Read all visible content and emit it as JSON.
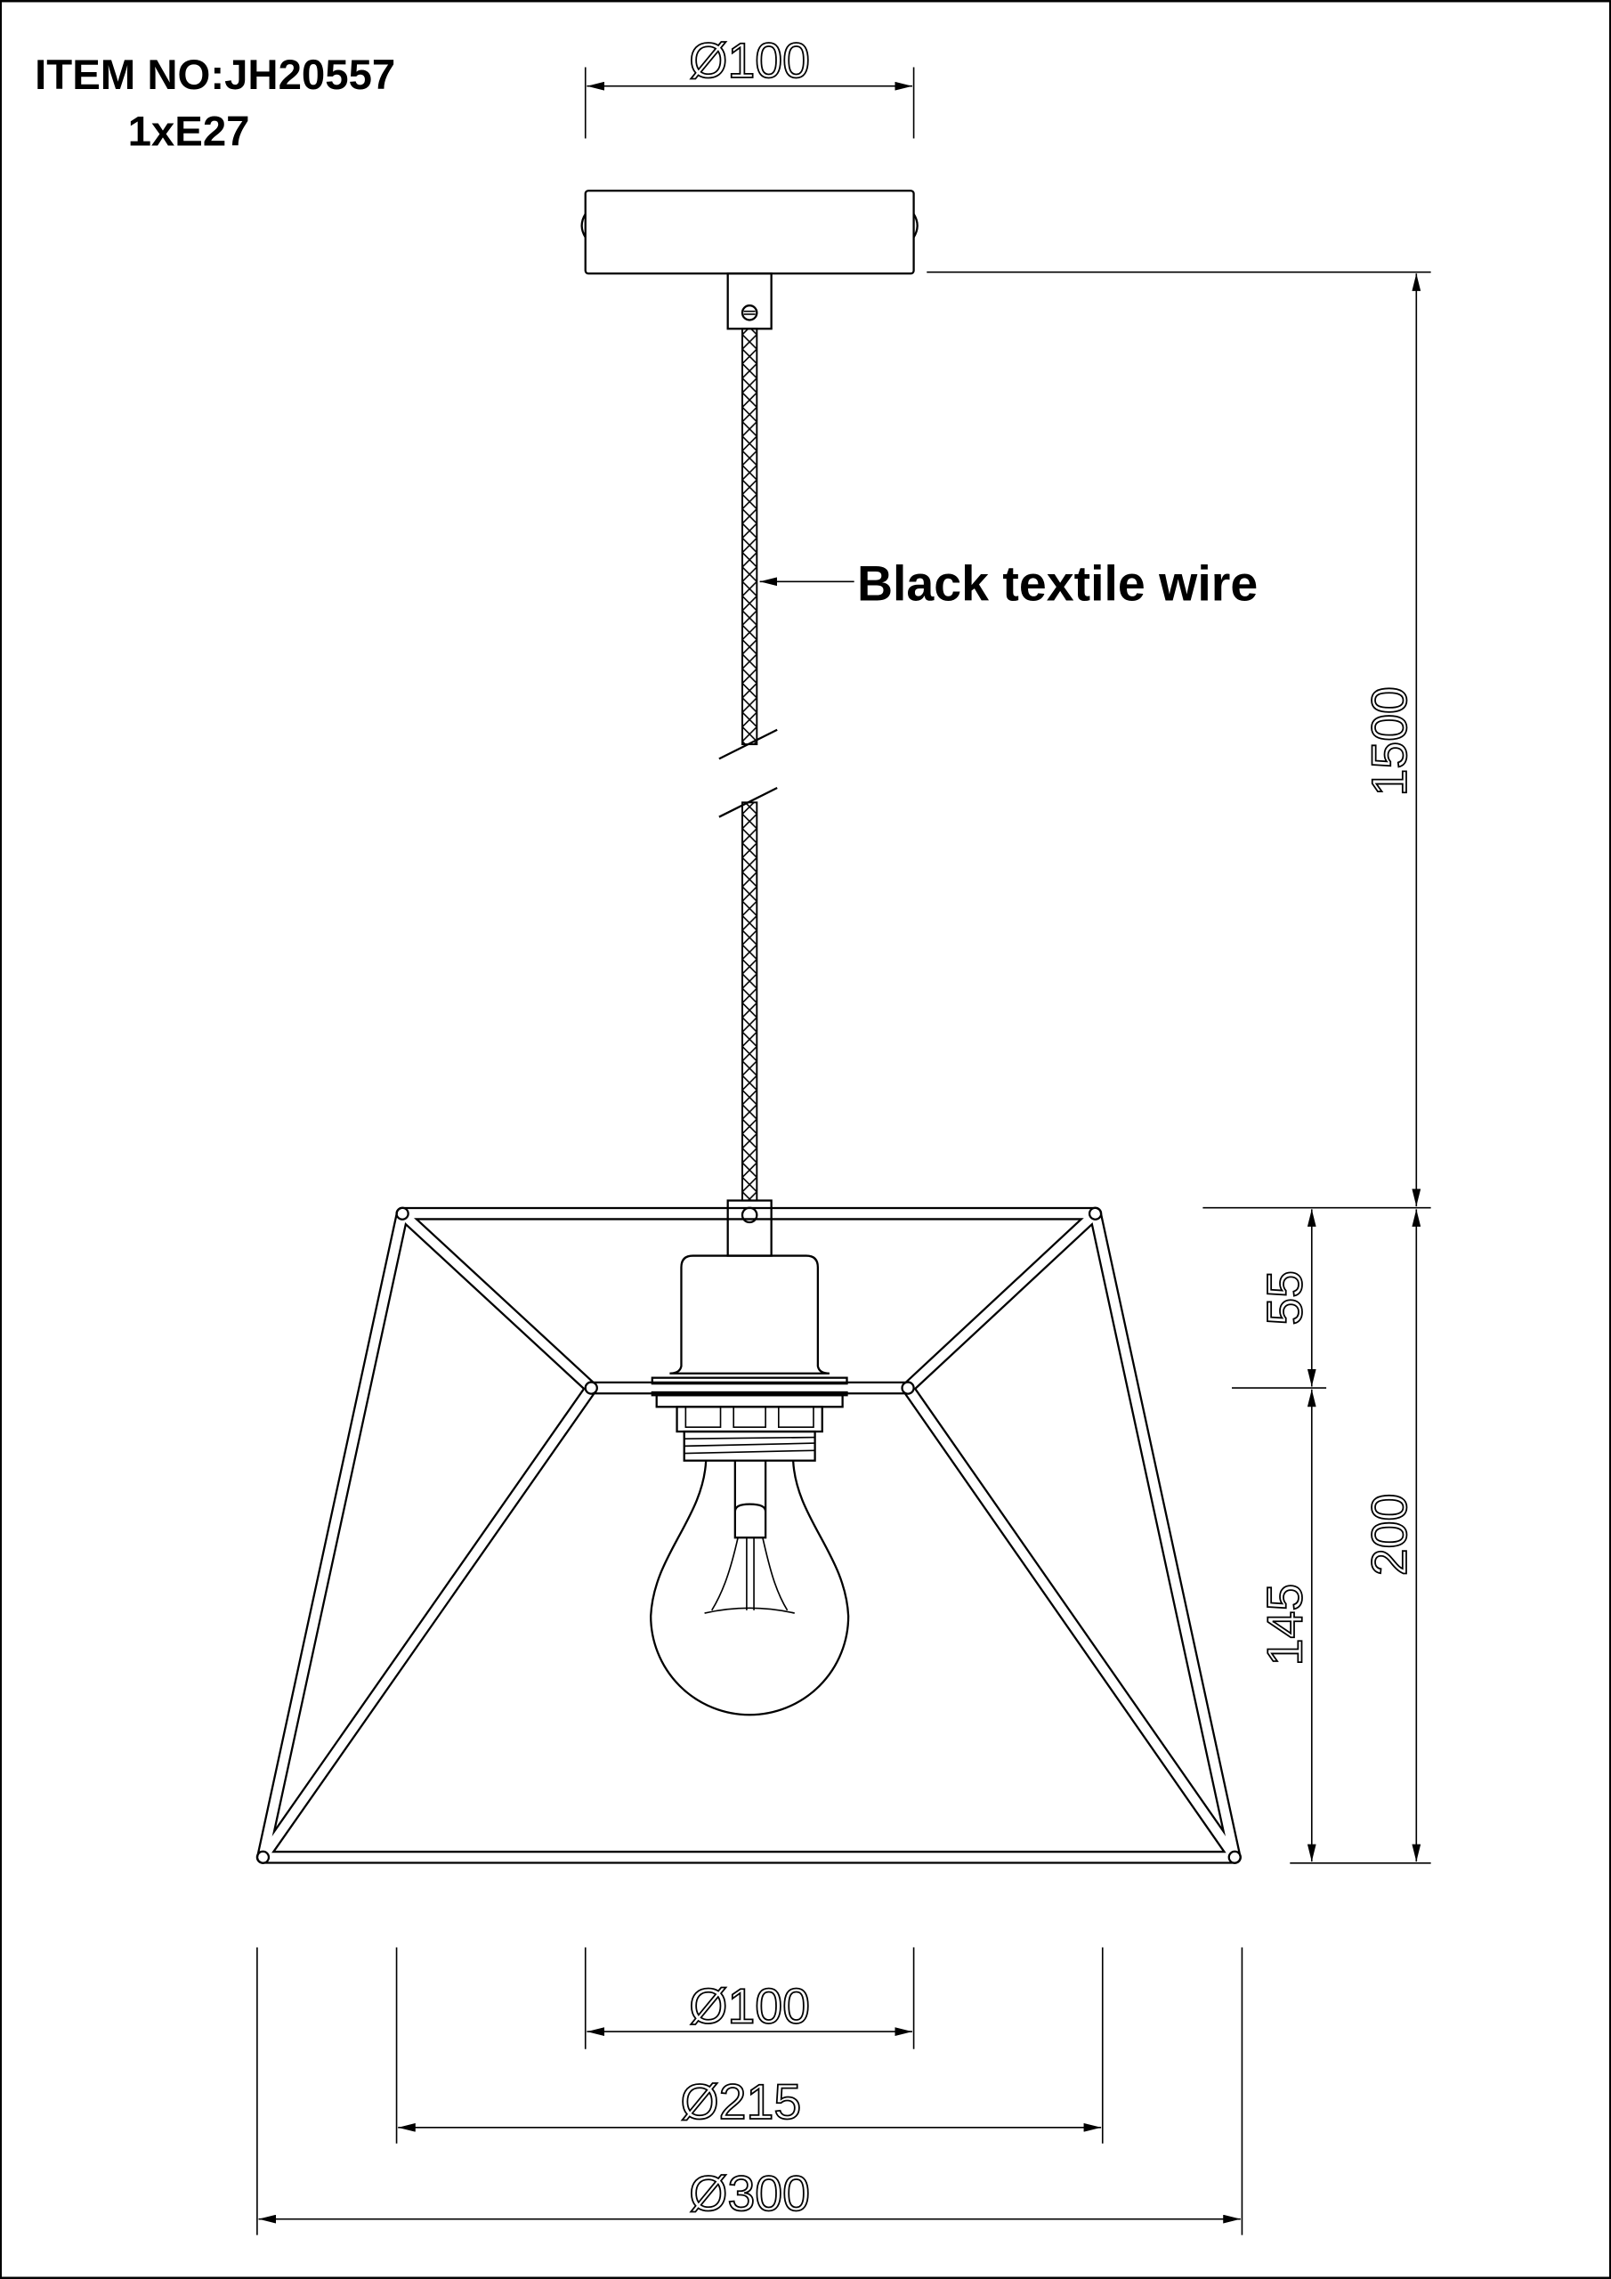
{
  "title": {
    "item_no": "ITEM NO:JH20557",
    "bulb": "1xE27"
  },
  "annotations": {
    "cable_label": "Black textile wire"
  },
  "dimensions": {
    "canopy_diameter": "Ø100",
    "cable_length": "1500",
    "socket_drop": "55",
    "shade_lower": "145",
    "shade_height": "200",
    "shade_top_ring": "Ø100",
    "shade_top": "Ø215",
    "shade_bottom": "Ø300"
  },
  "colors": {
    "line": "#000000",
    "background": "#ffffff"
  }
}
